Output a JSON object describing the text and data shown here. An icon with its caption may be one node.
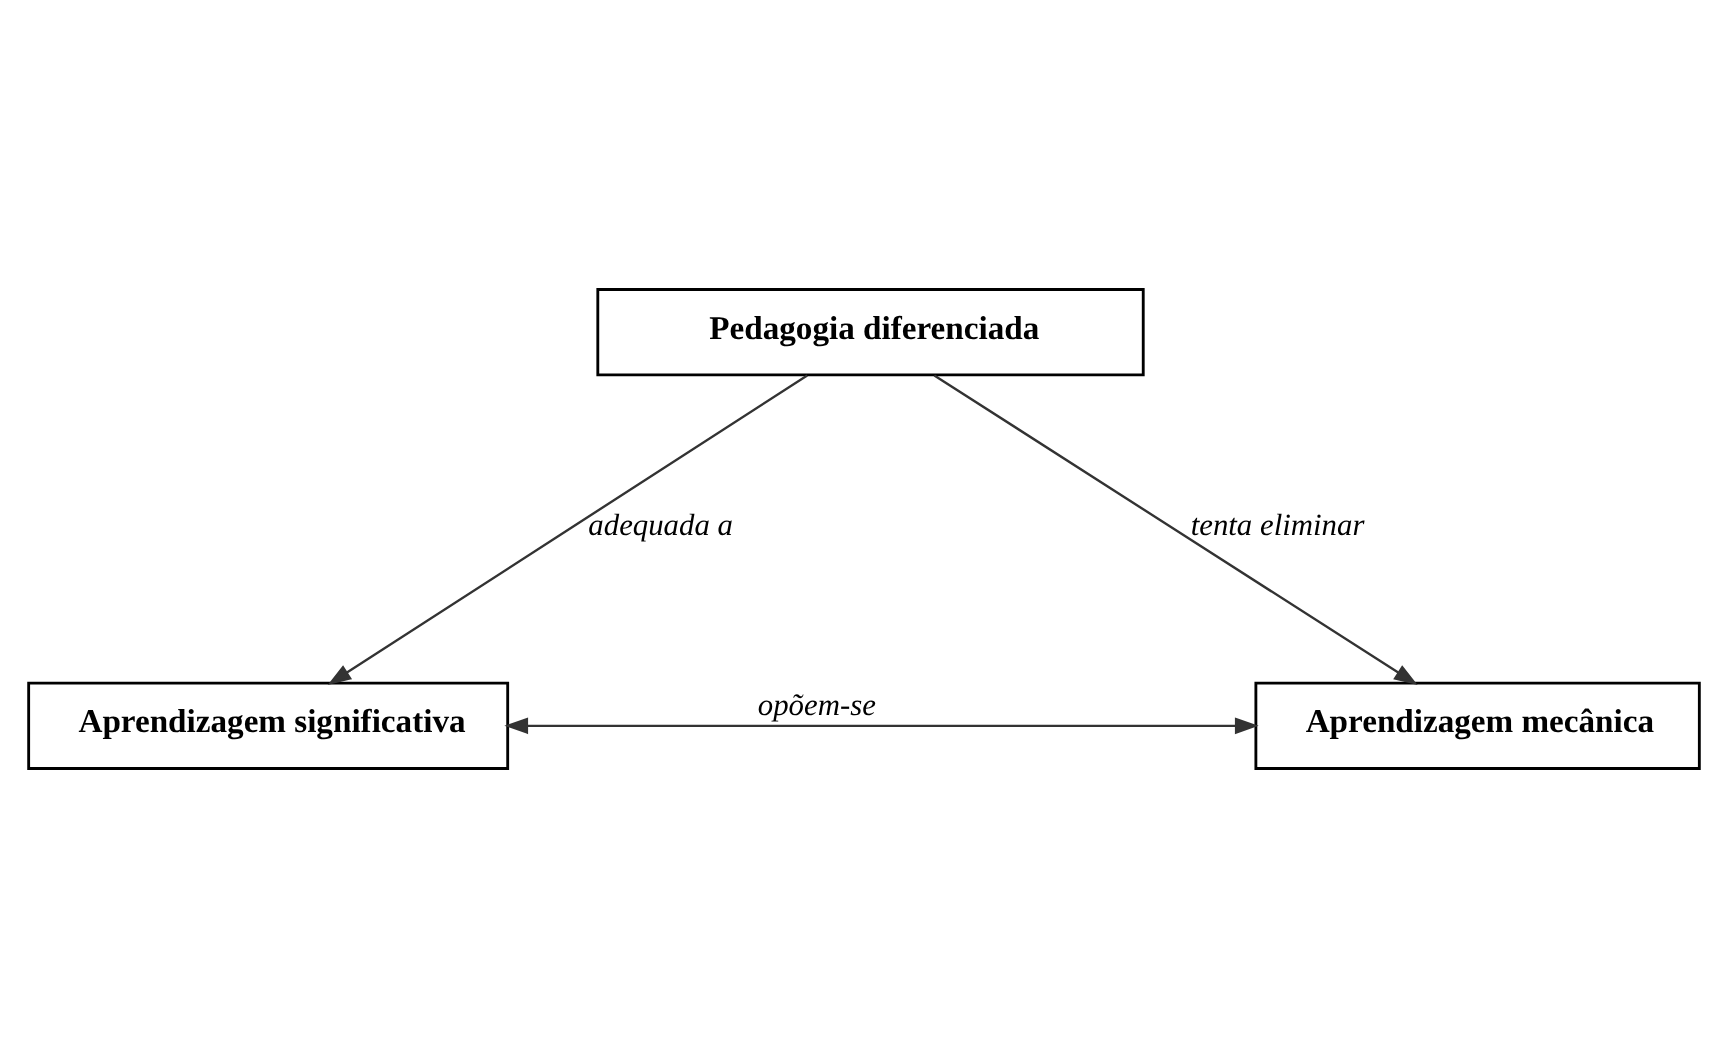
{
  "diagram": {
    "nodes": [
      {
        "text": [
          "Pedagogia diferenciada"
        ]
      },
      {
        "text": [
          "Aprendizagem significativa"
        ]
      },
      {
        "text": [
          "Aprendizagem mecânica"
        ]
      }
    ],
    "edges": [
      {
        "from": 0,
        "to": 1,
        "arrow": "to",
        "label": "adequada a"
      },
      {
        "from": 0,
        "to": 2,
        "arrow": "to",
        "label": "tenta eliminar"
      },
      {
        "from": 1,
        "to": 2,
        "arrow": "both",
        "label": "opõem-se"
      }
    ]
  }
}
